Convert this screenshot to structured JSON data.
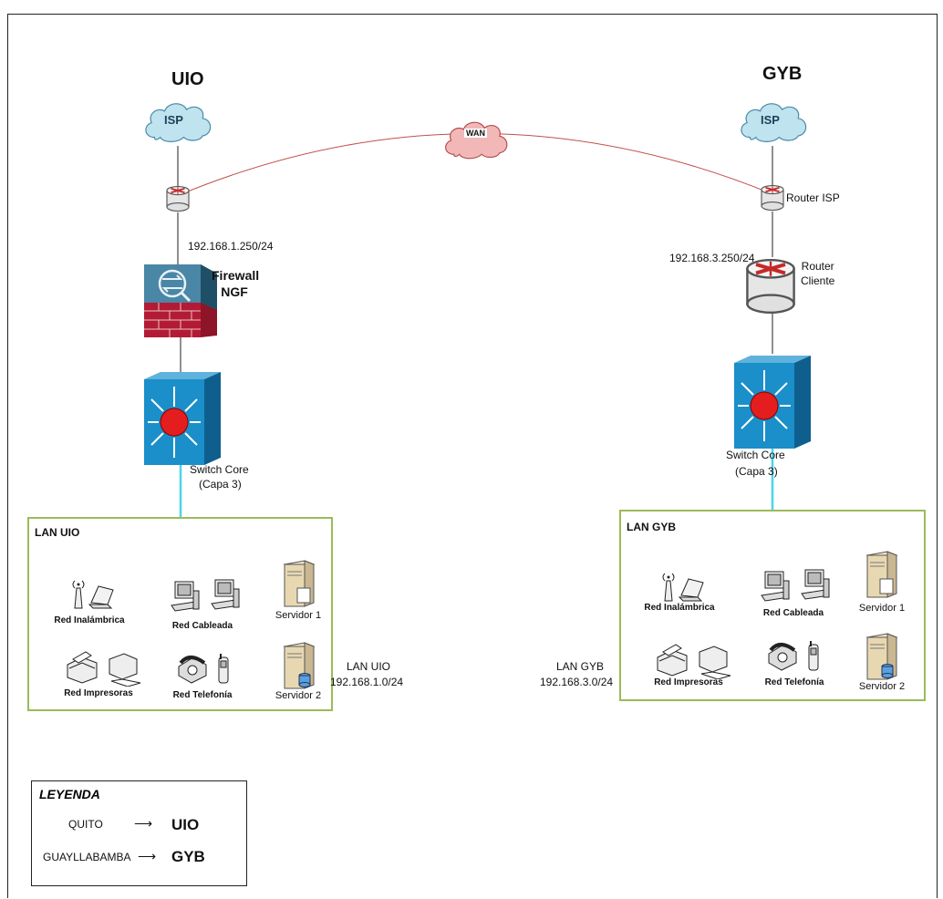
{
  "uio": {
    "site": "UIO",
    "isp": "ISP",
    "ip_wan": "192.168.1.250/24",
    "firewall": [
      "Firewall",
      "NGF"
    ],
    "switch_label": "Switch Core",
    "switch_sub": "(Capa 3)",
    "lan_title": "LAN UIO",
    "lan_name": "LAN UIO",
    "lan_net": "192.168.1.0/24",
    "devices": {
      "wireless": "Red Inalámbrica",
      "wired": "Red Cableada",
      "printers": "Red Impresoras",
      "phones": "Red Telefonía",
      "server1": "Servidor 1",
      "server2": "Servidor 2"
    }
  },
  "gyb": {
    "site": "GYB",
    "isp": "ISP",
    "router_isp": "Router ISP",
    "ip_wan": "192.168.3.250/24",
    "router_client": [
      "Router",
      "Cliente"
    ],
    "switch_label": "Switch Core",
    "switch_sub": "(Capa 3)",
    "lan_title": "LAN GYB",
    "lan_name": "LAN GYB",
    "lan_net": "192.168.3.0/24",
    "devices": {
      "wireless": "Red Inalámbrica",
      "wired": "Red Cableada",
      "printers": "Red Impresoras",
      "phones": "Red Telefonía",
      "server1": "Servidor 1",
      "server2": "Servidor 2"
    }
  },
  "wan": {
    "label": "WAN"
  },
  "legend": {
    "title": "LEYENDA",
    "rows": [
      {
        "key": "QUITO",
        "value": "UIO"
      },
      {
        "key": "GUAYLLABAMBA",
        "value": "GYB"
      }
    ]
  },
  "colors": {
    "cloud_isp": "#bfe3ef",
    "cloud_wan": "#f2b8b8",
    "wan_link": "#c0504d",
    "lan_uplink": "#4bd5e8",
    "lan_border": "#9bbb59",
    "switch_blue": "#1a8fc9",
    "firewall_red": "#b31b34"
  }
}
